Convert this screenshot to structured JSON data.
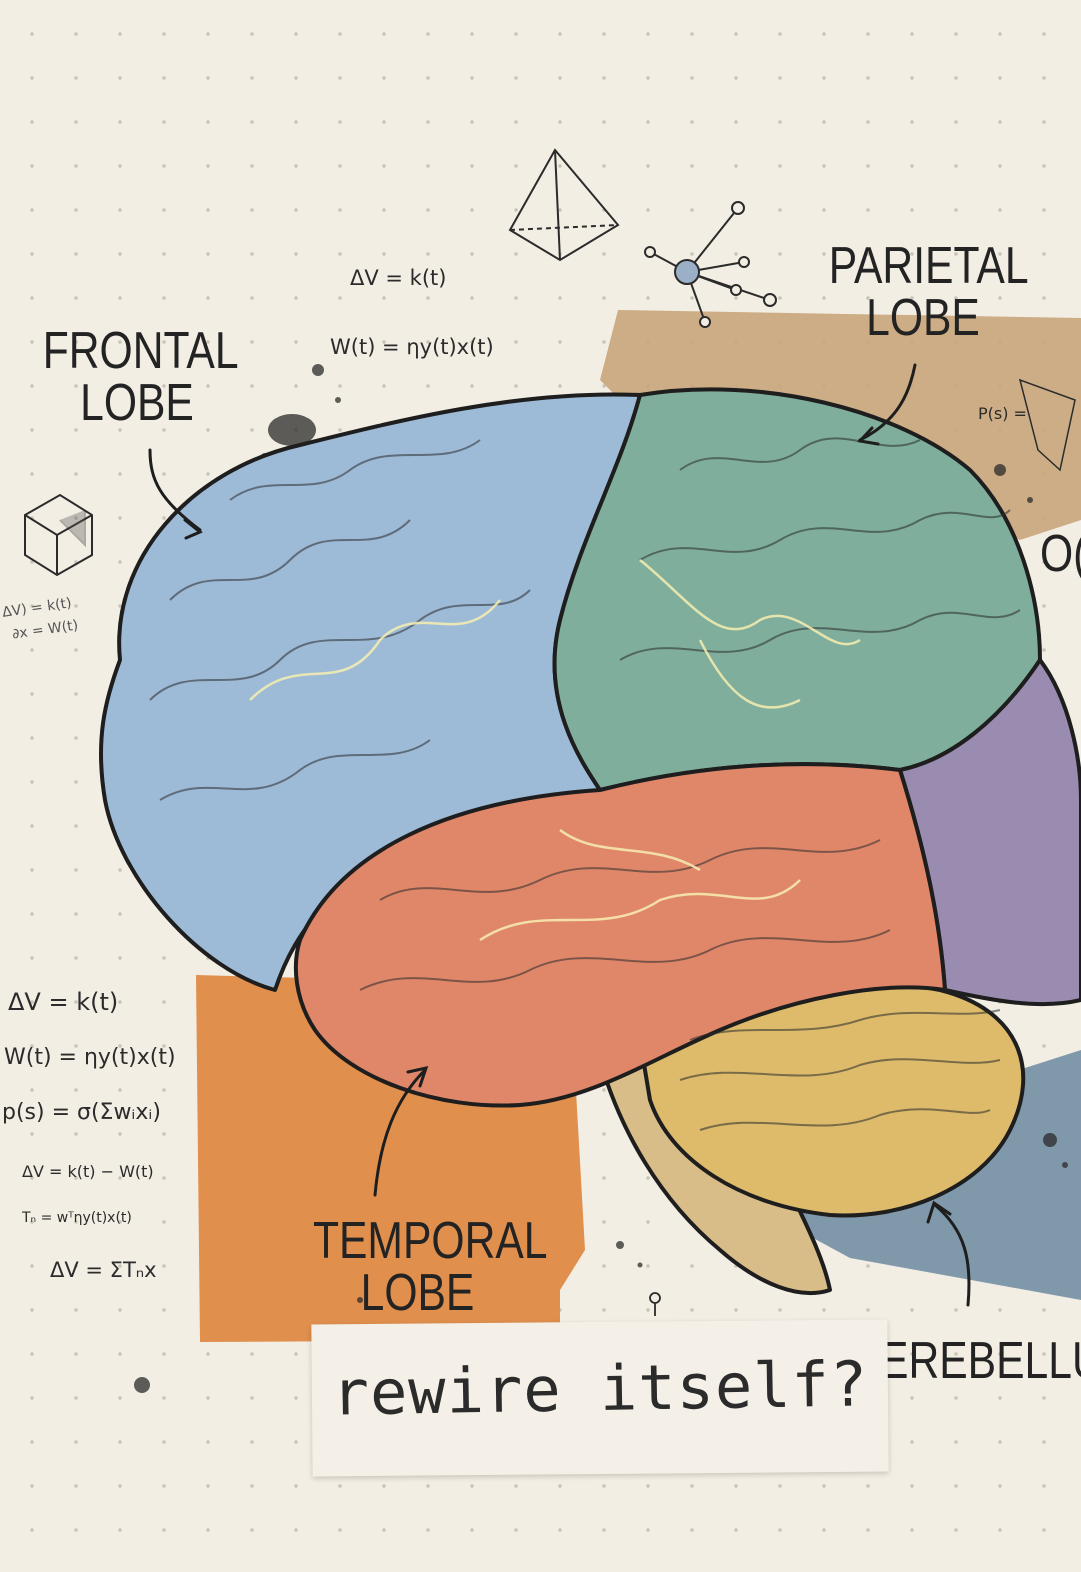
{
  "labels": {
    "frontal": [
      "FRONTAL",
      "LOBE"
    ],
    "parietal": [
      "PARIETAL",
      "LOBE"
    ],
    "temporal": [
      "TEMPORAL",
      "LOBE"
    ],
    "cerebellum": "EREBELLU",
    "occipital_partial": "O("
  },
  "equations_top": {
    "e1": "ΔV = k(t)",
    "e2": "W(t) = ηy(t)x(t)"
  },
  "equations_left": {
    "e1": "ΔV = k(t)",
    "e2": "W(t) = ηy(t)x(t)",
    "e3": "p(s) = σ(Σwᵢxᵢ)",
    "e4": "ΔV = k(t) − W(t)",
    "e5": "Tₙ = wᵀηy(t)x(t)",
    "e6": "ΔV = ΣTₙx"
  },
  "equation_right": "P(s) =",
  "scribble": [
    "ΔV) = k(t)",
    "∂x = W(t)"
  ],
  "caption": "rewire itself?",
  "colors": {
    "frontal": "#9cb9d6",
    "parietal": "#7fae9e",
    "temporal": "#e0876a",
    "occipital": "#9a8ab0",
    "cerebellum": "#dcb96a",
    "brainstem": "#d9bd87",
    "orange_paper": "#e18f4e",
    "tan_paper": "#c8a47a",
    "blue_paper": "#7f97a8",
    "ink": "#232323"
  }
}
